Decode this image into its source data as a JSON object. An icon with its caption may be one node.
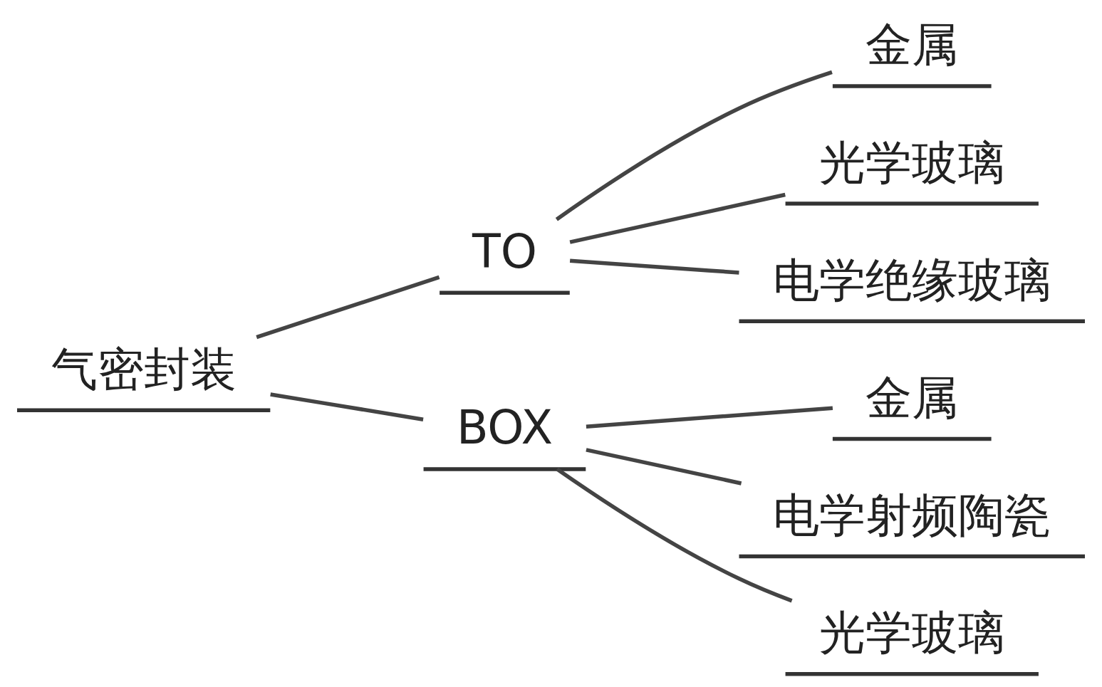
{
  "diagram": {
    "nodes": [
      {
        "text": [
          "气密封装"
        ]
      },
      {
        "text": [
          "TO"
        ]
      },
      {
        "text": [
          "BOX"
        ]
      },
      {
        "text": [
          "金属"
        ]
      },
      {
        "text": [
          "光学玻璃"
        ]
      },
      {
        "text": [
          "电学绝缘玻璃"
        ]
      },
      {
        "text": [
          "金属"
        ]
      },
      {
        "text": [
          "电学射频陶瓷"
        ]
      },
      {
        "text": [
          "光学玻璃"
        ]
      }
    ],
    "edges": [
      {
        "from": 0,
        "to": 1,
        "arrow": "none"
      },
      {
        "from": 0,
        "to": 2,
        "arrow": "none"
      },
      {
        "from": 1,
        "to": 3,
        "arrow": "none"
      },
      {
        "from": 1,
        "to": 4,
        "arrow": "none"
      },
      {
        "from": 1,
        "to": 5,
        "arrow": "none"
      },
      {
        "from": 2,
        "to": 6,
        "arrow": "none"
      },
      {
        "from": 2,
        "to": 7,
        "arrow": "none"
      },
      {
        "from": 2,
        "to": 8,
        "arrow": "none"
      }
    ]
  }
}
